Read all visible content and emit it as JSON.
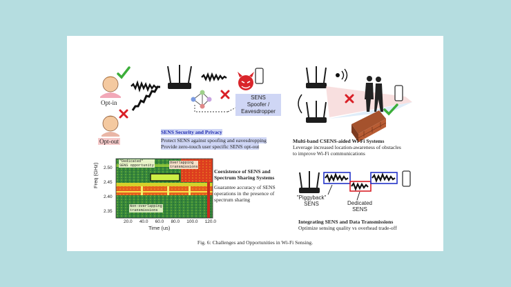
{
  "figure": {
    "caption": "Fig. 6: Challenges and Opportunities in Wi-Fi Sensing.",
    "security_panel": {
      "opt_in_label": "Opt-in",
      "opt_out_label": "Opt-out",
      "spoofer_label_line1": "SENS",
      "spoofer_label_line2": "Spoofer /",
      "spoofer_label_line3": "Eavesdropper",
      "title": "SENS Security and Privacy",
      "line1": "Protect SENS against spoofing and eavesdropping",
      "line2": "Provide zero-touch user specific SENS opt-out"
    },
    "multiband_panel": {
      "title": "Multi-band CSENS-aided Wi-Fi Systems",
      "line1": "Leverage increased location-awareness of obstacles",
      "line2": "to improve Wi-Fi communications"
    },
    "coexistence_panel": {
      "title_line1": "Coexistence of SENS and",
      "title_line2": "Spectrum Sharing Systems",
      "line1": "Guarantee accuracy of SENS",
      "line2": "operations in the presence of",
      "line3": "spectrum sharing"
    },
    "spectrogram": {
      "ylabel": "Freq (GHz)",
      "xlabel": "Time (us)",
      "yticks": [
        "2.50",
        "2.45",
        "2.40",
        "2.35"
      ],
      "xticks": [
        "20.0",
        "40.0",
        "60.0",
        "80.0",
        "100.0",
        "120.0"
      ],
      "ann_dedicated_line1": "\"Dedicated\"",
      "ann_dedicated_line2": "SENS opportunity",
      "ann_overlap_line1": "Overlapping",
      "ann_overlap_line2": "transmissions",
      "ann_nonoverlap_line1": "Non-overlapping",
      "ann_nonoverlap_line2": "transmissions"
    },
    "integration_panel": {
      "piggyback_line1": "\"Piggyback\"",
      "piggyback_line2": "SENS",
      "dedicated_line1": "Dedicated",
      "dedicated_line2": "SENS",
      "title": "Integrating SENS and Data Transmissions",
      "line1": "Optimize sensing quality vs overhead trade-off"
    },
    "colors": {
      "background": "#b5dde0",
      "title_blue": "#1f2bb0",
      "check_green": "#3cae3a",
      "cross_red": "#d91f26"
    }
  }
}
